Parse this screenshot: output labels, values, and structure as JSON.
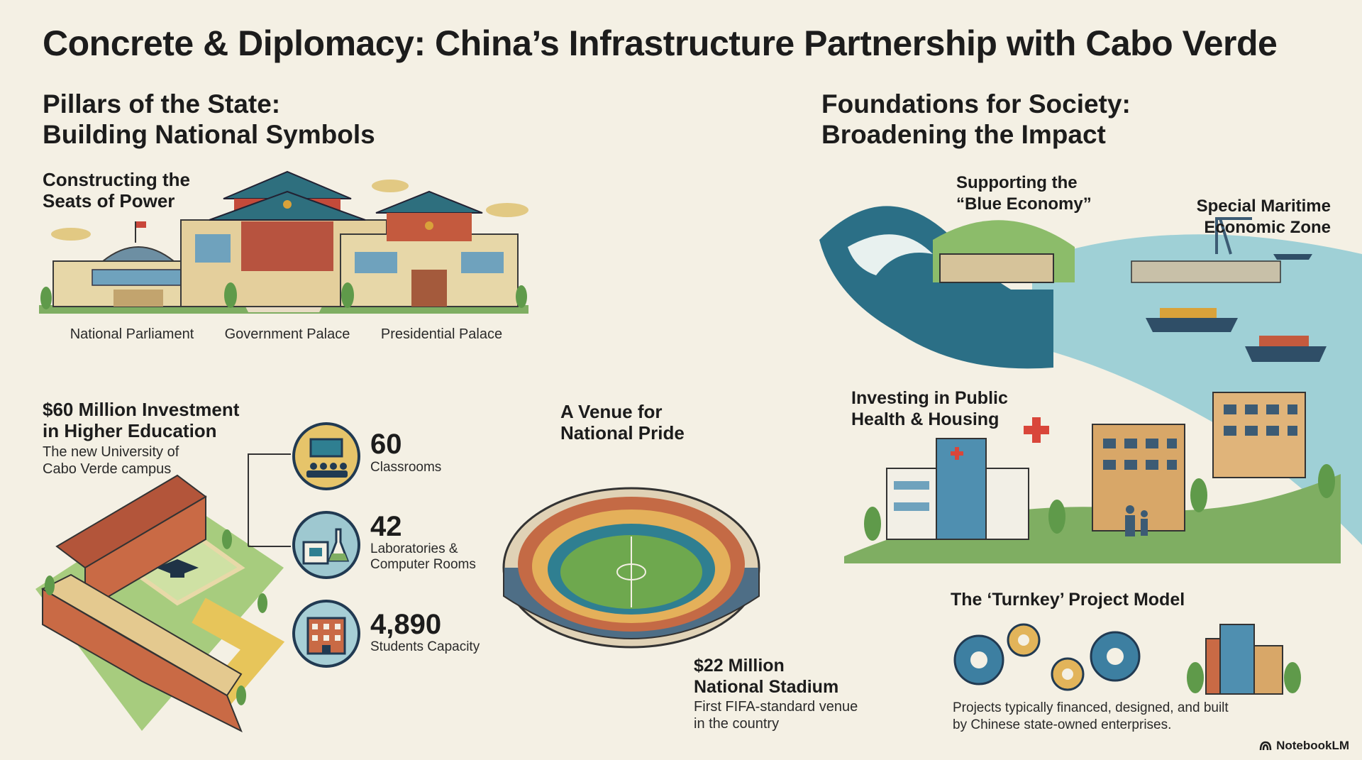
{
  "title": "Concrete & Diplomacy: China’s Infrastructure Partnership with Cabo Verde",
  "left_section": {
    "heading_line1": "Pillars of the State:",
    "heading_line2": "Building National Symbols",
    "seats": {
      "heading_line1": "Constructing the",
      "heading_line2": "Seats of Power",
      "buildings": [
        "National Parliament",
        "Government Palace",
        "Presidential Palace"
      ]
    },
    "education": {
      "heading_line1": "$60 Million Investment",
      "heading_line2": "in Higher Education",
      "sub_line1": "The new University of",
      "sub_line2": "Cabo Verde campus",
      "stats": [
        {
          "value": "60",
          "label_line1": "Classrooms",
          "label_line2": "",
          "icon": "classroom-icon"
        },
        {
          "value": "42",
          "label_line1": "Laboratories &",
          "label_line2": "Computer Rooms",
          "icon": "laboratory-icon"
        },
        {
          "value": "4,890",
          "label_line1": "Students Capacity",
          "label_line2": "",
          "icon": "dormitory-icon"
        }
      ]
    },
    "stadium": {
      "heading_line1": "A Venue for",
      "heading_line2": "National Pride",
      "cost_line1": "$22 Million",
      "cost_line2": "National Stadium",
      "sub_line1": "First FIFA-standard venue",
      "sub_line2": "in the country"
    }
  },
  "right_section": {
    "heading_line1": "Foundations for Society:",
    "heading_line2": "Broadening the Impact",
    "blue_economy": {
      "heading_line1": "Supporting the",
      "heading_line2": "“Blue Economy”",
      "zone_line1": "Special Maritime",
      "zone_line2": "Economic Zone"
    },
    "health": {
      "heading_line1": "Investing in Public",
      "heading_line2": "Health & Housing"
    },
    "turnkey": {
      "heading": "The ‘Turnkey’ Project Model",
      "sub_line1": "Projects typically financed, designed, and built",
      "sub_line2": "by Chinese state-owned enterprises."
    }
  },
  "footer": {
    "brand": "NotebookLM"
  },
  "colors": {
    "background": "#f4f0e4",
    "ink": "#1c1c1c",
    "navy": "#213a52",
    "teal": "#2f7f91",
    "green": "#7fae62",
    "brick": "#b3553a",
    "sand": "#e2c983"
  }
}
